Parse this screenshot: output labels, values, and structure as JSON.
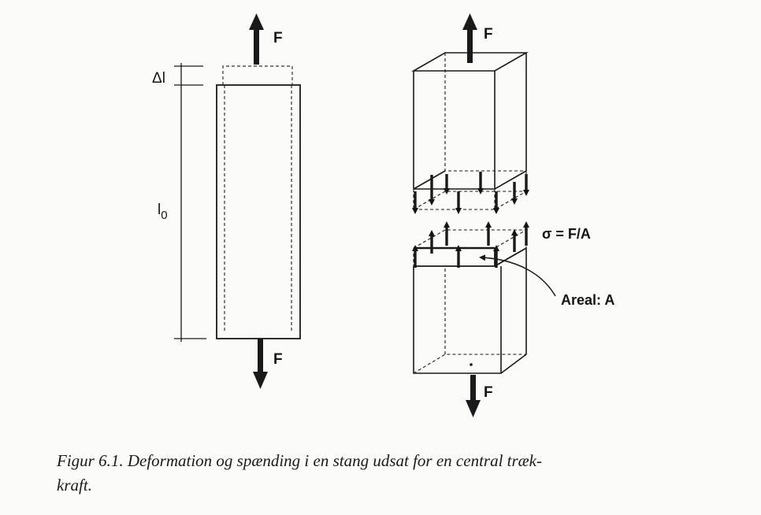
{
  "left_bar": {
    "force_top": "F",
    "force_bottom": "F",
    "elongation_label": "Δl",
    "length_label": "l",
    "length_subscript": "0"
  },
  "right_block": {
    "force_top": "F",
    "force_bottom": "F",
    "stress_formula": "σ = F/A",
    "area_label": "Areal: A"
  },
  "caption": {
    "line1": "Figur 6.1. Deformation og spænding i en stang udsat for en central træk-",
    "line2": "kraft."
  }
}
